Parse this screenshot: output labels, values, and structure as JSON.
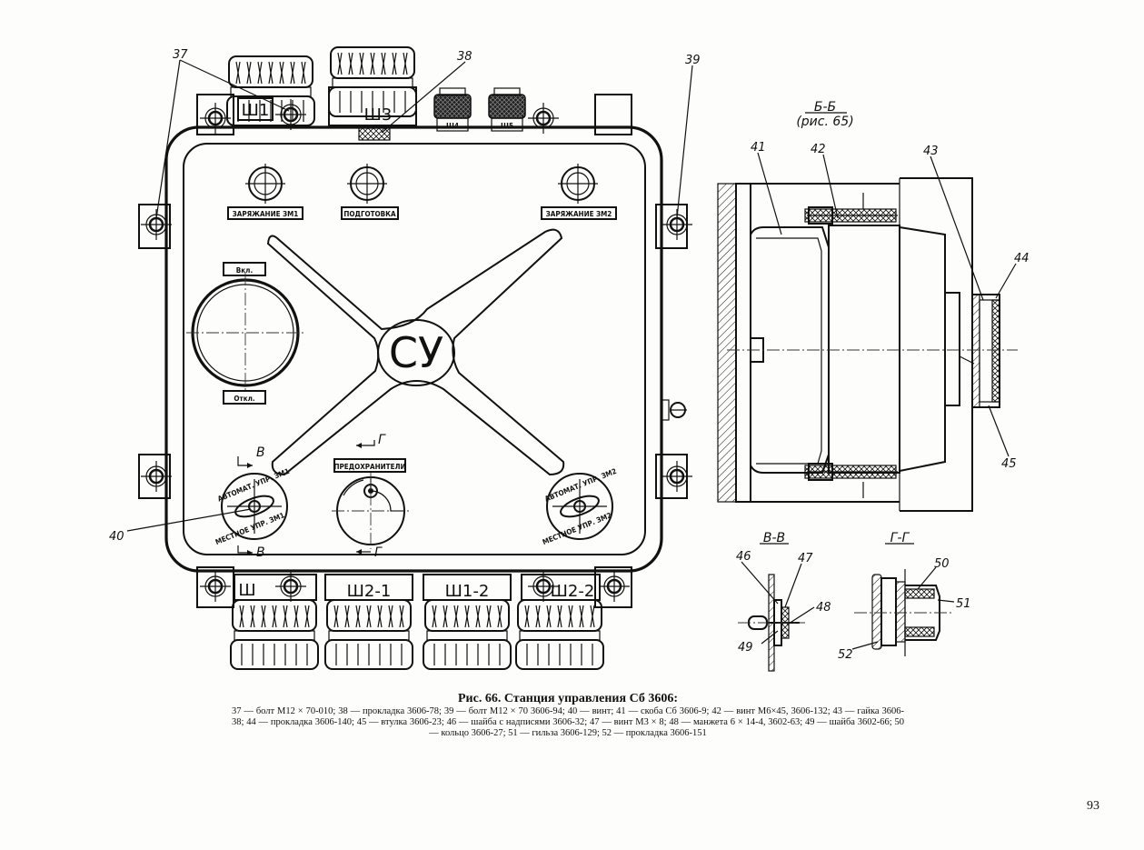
{
  "figure": {
    "title": "Рис. 66. Станция управления Сб 3606:",
    "legend_text": "37 — болт М12 × 70-010; 38 — прокладка 3606-78; 39 — болт М12 × 70 3606-94; 40 — винт; 41 — скоба Сб 3606-9; 42 — винт М6×45, 3606-132; 43 — гайка 3606-38; 44 — прокладка 3606-140; 45 — втулка 3606-23; 46 — шайба с надписями 3606-32; 47 — винт М3 × 8; 48 — манжета 6 × 14-4, 3602-63; 49 — шайба 3602-66; 50 — кольцо 3606-27; 51 — гильза 3606-129; 52 — прокладка 3606-151"
  },
  "page_number": "93",
  "callouts": {
    "c37": "37",
    "c38": "38",
    "c39": "39",
    "c40": "40",
    "c41": "41",
    "c42": "42",
    "c43": "43",
    "c44": "44",
    "c45": "45",
    "c46": "46",
    "c47": "47",
    "c48": "48",
    "c49": "49",
    "c50": "50",
    "c51": "51",
    "c52": "52"
  },
  "plates": {
    "charge1": "ЗАРЯЖАНИЕ ЗМ1",
    "prep": "ПОДГОТОВКА",
    "charge2": "ЗАРЯЖАНИЕ ЗМ2",
    "on": "Вкл.",
    "off": "Откл.",
    "fuses": "ПРЕДОХРАНИТЕЛИ",
    "auto1": "АВТОМАТ. УПР. ЗМ1",
    "local1": "МЕСТНОЕ УПР. ЗМ1",
    "auto2": "АВТОМАТ. УПР. ЗМ2",
    "local2": "МЕСТНОЕ УПР. ЗМ2"
  },
  "box_label": "СУ",
  "connectors": {
    "top1": "Ш1",
    "top2": "Ш3",
    "top3": "Ш4",
    "top4": "Ш5",
    "bot1": "Ш",
    "bot2": "Ш2-1",
    "bot3": "Ш1-2",
    "bot4": "Ш2-2"
  },
  "sections": {
    "bb": "Б-Б",
    "bb_ref": "(рис. 65)",
    "vv": "В-В",
    "gg": "Г-Г",
    "mark_v": "В",
    "mark_g": "Г"
  }
}
